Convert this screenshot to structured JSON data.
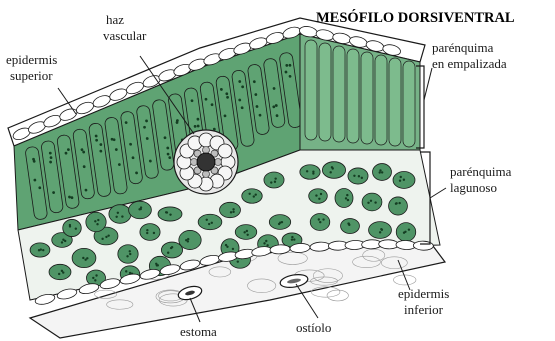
{
  "title": "MESÓFILO DORSIVENTRAL",
  "labels": {
    "haz_vascular": [
      "haz",
      "vascular"
    ],
    "epidermis_superior": [
      "epidermis",
      "superior"
    ],
    "parenquima_empalizada": [
      "parénquima",
      "en empalizada"
    ],
    "parenquima_lagunoso": [
      "parénquima",
      "lagunoso"
    ],
    "epidermis_inferior": [
      "epidermis",
      "inferior"
    ],
    "estoma": "estoma",
    "ostiolo": "ostíolo"
  },
  "colors": {
    "palisade_fill": "#5fa373",
    "palisade_shade": "#3f7f52",
    "chloroplast": "#143d22",
    "spongy_fill": "#4f9466",
    "epidermis_fill": "#ffffff",
    "line": "#1a1a1a",
    "vascular_fill": "#e8e8e8"
  }
}
